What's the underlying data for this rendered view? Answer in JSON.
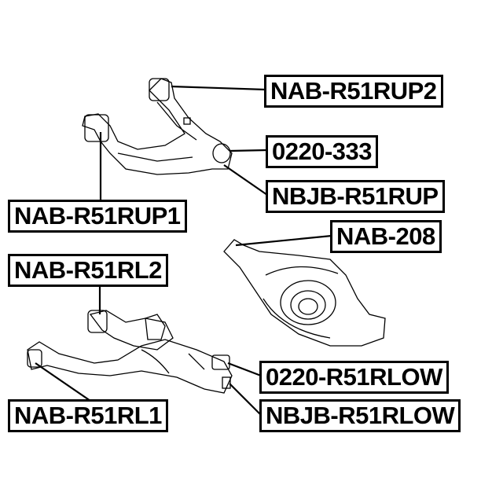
{
  "labels": {
    "upper_bushing_2": "NAB-R51RUP2",
    "upper_balljoint_boot": "0220-333",
    "upper_balljoint": "NBJB-R51RUP",
    "upper_bushing_1": "NAB-R51RUP1",
    "knuckle_bushing": "NAB-208",
    "lower_bushing_2": "NAB-R51RL2",
    "lower_balljoint_boot": "0220-R51RLOW",
    "lower_balljoint": "NBJB-R51RLOW",
    "lower_bushing_1": "NAB-R51RL1"
  },
  "colors": {
    "ink": "#000000",
    "background": "#ffffff"
  }
}
